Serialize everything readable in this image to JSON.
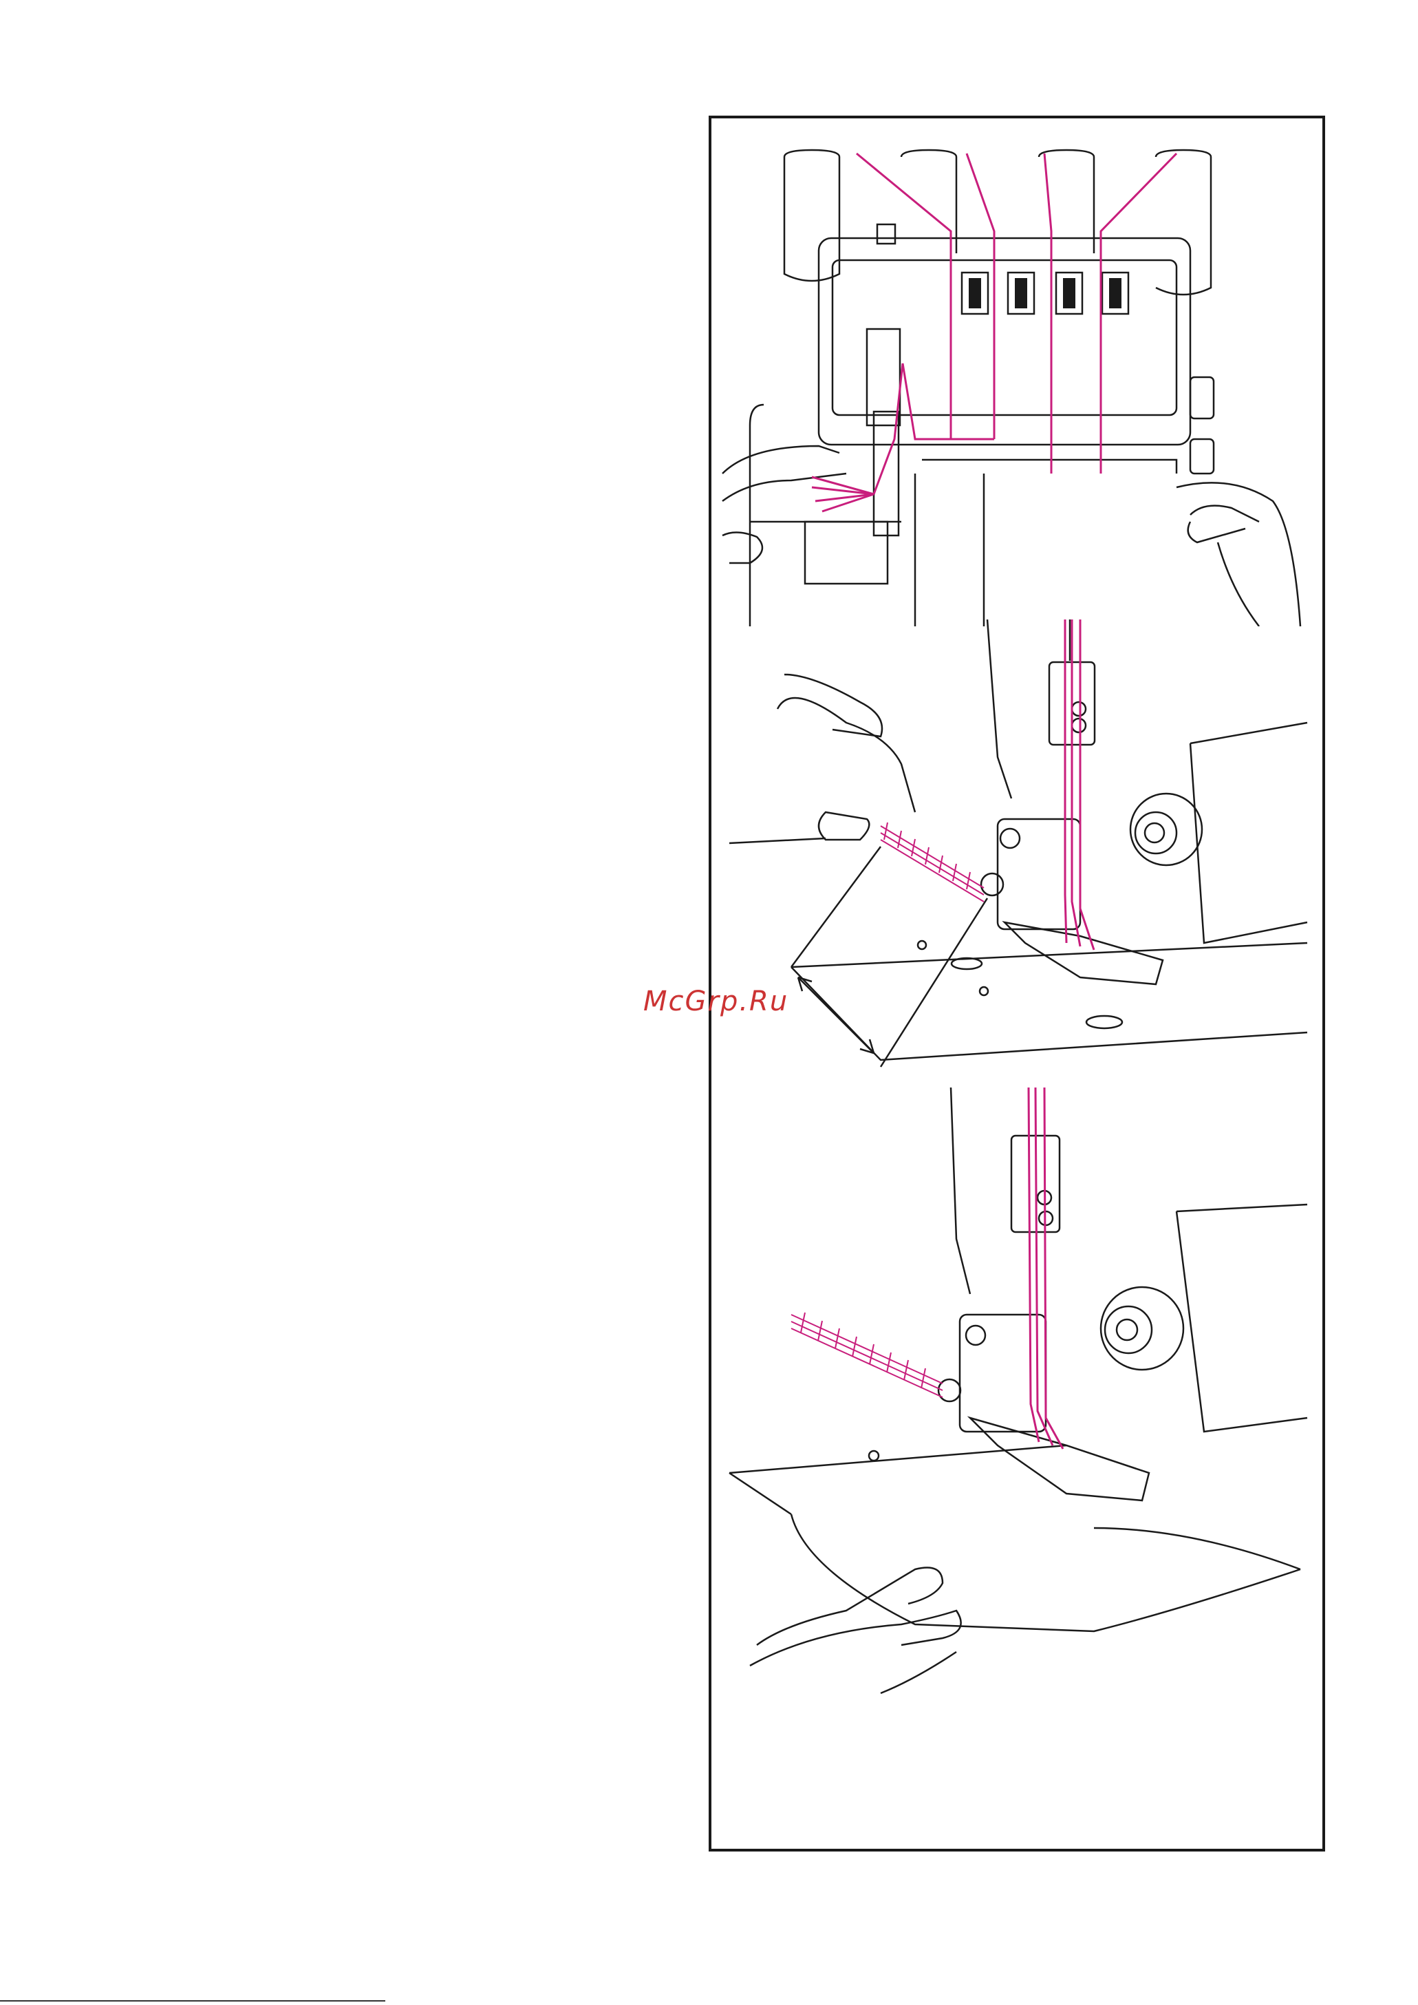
{
  "watermark": {
    "text": "McGrp.Ru"
  },
  "colors": {
    "thread": "#c81e7c",
    "line": "#1a1a1a",
    "paper": "#ffffff"
  },
  "figures": [
    {
      "id": "overlock-threading-front-view"
    },
    {
      "id": "presser-foot-thread-chain"
    },
    {
      "id": "fabric-guided-under-foot"
    }
  ]
}
